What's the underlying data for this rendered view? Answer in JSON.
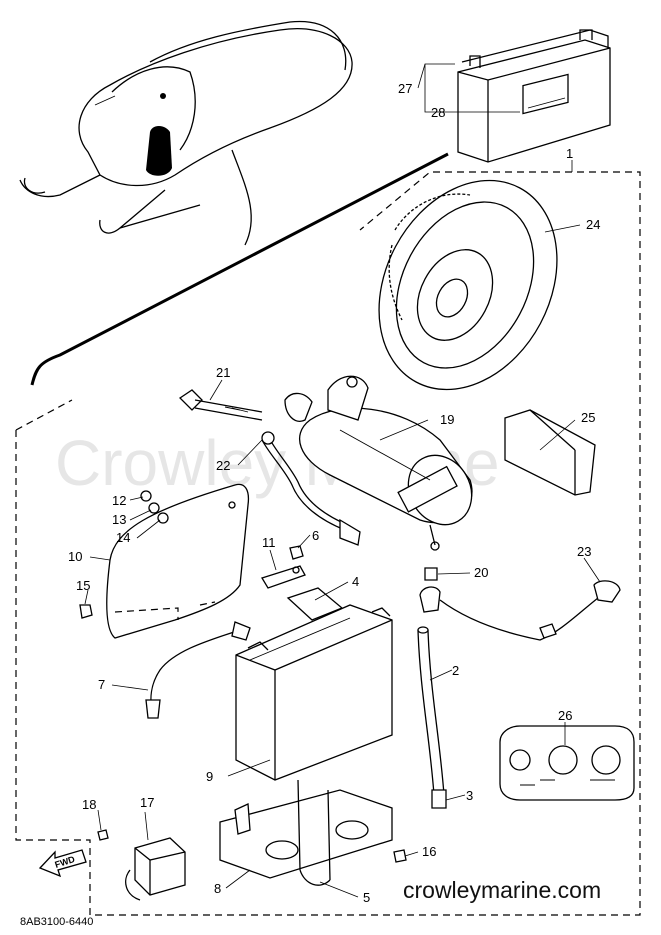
{
  "watermark": "Crowley Marine",
  "site": "crowleymarine.com",
  "diagram_code": "8AB3100-6440",
  "fwd_label": "FWD",
  "callouts": {
    "c1": "1",
    "c2": "2",
    "c3": "3",
    "c4": "4",
    "c5": "5",
    "c6": "6",
    "c7": "7",
    "c8": "8",
    "c9": "9",
    "c10": "10",
    "c11": "11",
    "c12": "12",
    "c13": "13",
    "c14": "14",
    "c15": "15",
    "c16": "16",
    "c17": "17",
    "c18": "18",
    "c19": "19",
    "c20": "20",
    "c21": "21",
    "c22": "22",
    "c23": "23",
    "c24": "24",
    "c25": "25",
    "c26": "26",
    "c27": "27",
    "c28": "28"
  }
}
